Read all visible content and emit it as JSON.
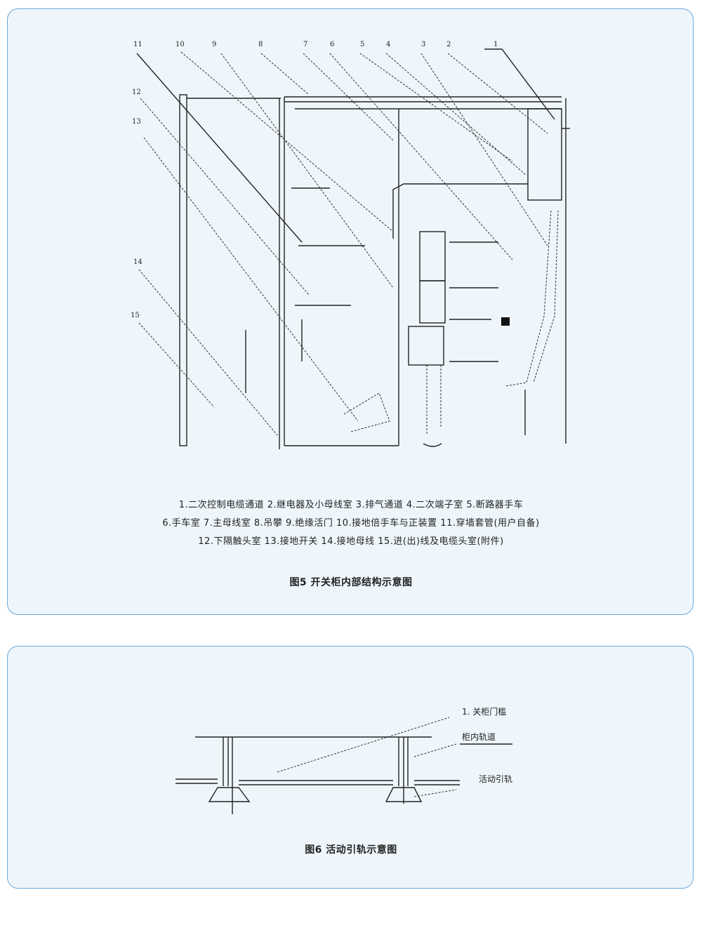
{
  "figure5": {
    "top_labels": [
      "11",
      "10",
      "9",
      "8",
      "7",
      "6",
      "5",
      "4",
      "3",
      "2",
      "1"
    ],
    "left_labels": [
      "12",
      "13",
      "14",
      "15"
    ],
    "legend": [
      "1.二次控制电缆通道 2.继电器及小母线室 3.排气通道 4.二次端子室 5.断路器手车",
      "6.手车室 7.主母线室 8.吊攀 9.绝缘活门 10.接地倍手车与正装置 11.穿墙套管(用户自备)",
      "12.下隔触头室  13.接地开关  14.接地母线  15.进(出)线及电缆头室(附件)"
    ],
    "title": "图5  开关柜内部结构示意图"
  },
  "figure6": {
    "labels": [
      "1. 关柜门槛",
      "柜内轨道",
      "活动引轨"
    ],
    "title": "图6  活动引轨示意图"
  }
}
